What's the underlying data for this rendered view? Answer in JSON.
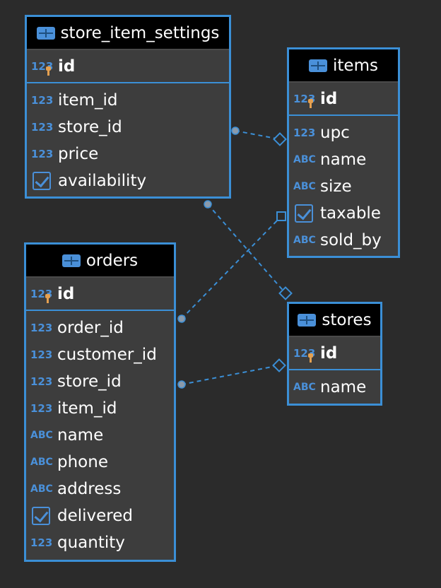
{
  "diagram": {
    "entities": [
      {
        "id": "store_item_settings",
        "title": "store_item_settings",
        "pk": {
          "name": "id",
          "type": "123"
        },
        "columns": [
          {
            "name": "item_id",
            "type": "123"
          },
          {
            "name": "store_id",
            "type": "123"
          },
          {
            "name": "price",
            "type": "123"
          },
          {
            "name": "availability",
            "type": "bool"
          }
        ]
      },
      {
        "id": "items",
        "title": "items",
        "pk": {
          "name": "id",
          "type": "123"
        },
        "columns": [
          {
            "name": "upc",
            "type": "123"
          },
          {
            "name": "name",
            "type": "ABC"
          },
          {
            "name": "size",
            "type": "ABC"
          },
          {
            "name": "taxable",
            "type": "bool"
          },
          {
            "name": "sold_by",
            "type": "ABC"
          }
        ]
      },
      {
        "id": "orders",
        "title": "orders",
        "pk": {
          "name": "id",
          "type": "123"
        },
        "columns": [
          {
            "name": "order_id",
            "type": "123"
          },
          {
            "name": "customer_id",
            "type": "123"
          },
          {
            "name": "store_id",
            "type": "123"
          },
          {
            "name": "item_id",
            "type": "123"
          },
          {
            "name": "name",
            "type": "ABC"
          },
          {
            "name": "phone",
            "type": "ABC"
          },
          {
            "name": "address",
            "type": "ABC"
          },
          {
            "name": "delivered",
            "type": "bool"
          },
          {
            "name": "quantity",
            "type": "123"
          }
        ]
      },
      {
        "id": "stores",
        "title": "stores",
        "pk": {
          "name": "id",
          "type": "123"
        },
        "columns": [
          {
            "name": "name",
            "type": "ABC"
          }
        ]
      }
    ],
    "relationships": [
      {
        "from": "store_item_settings",
        "to": "items",
        "from_end": "circle",
        "to_end": "diamond"
      },
      {
        "from": "store_item_settings",
        "to": "stores",
        "from_end": "circle",
        "to_end": "diamond"
      },
      {
        "from": "orders",
        "to": "items",
        "from_end": "circle",
        "to_end": "square"
      },
      {
        "from": "orders",
        "to": "stores",
        "from_end": "circle",
        "to_end": "diamond"
      }
    ],
    "colors": {
      "background": "#2b2b2b",
      "entity_border": "#3b8fd6",
      "entity_body": "#3d3d3d",
      "header_bg": "#000000",
      "icon": "#4a90d9",
      "key": "#e5a050",
      "link": "#3b8fd6",
      "link_endpoint": "#8a9aab"
    }
  }
}
